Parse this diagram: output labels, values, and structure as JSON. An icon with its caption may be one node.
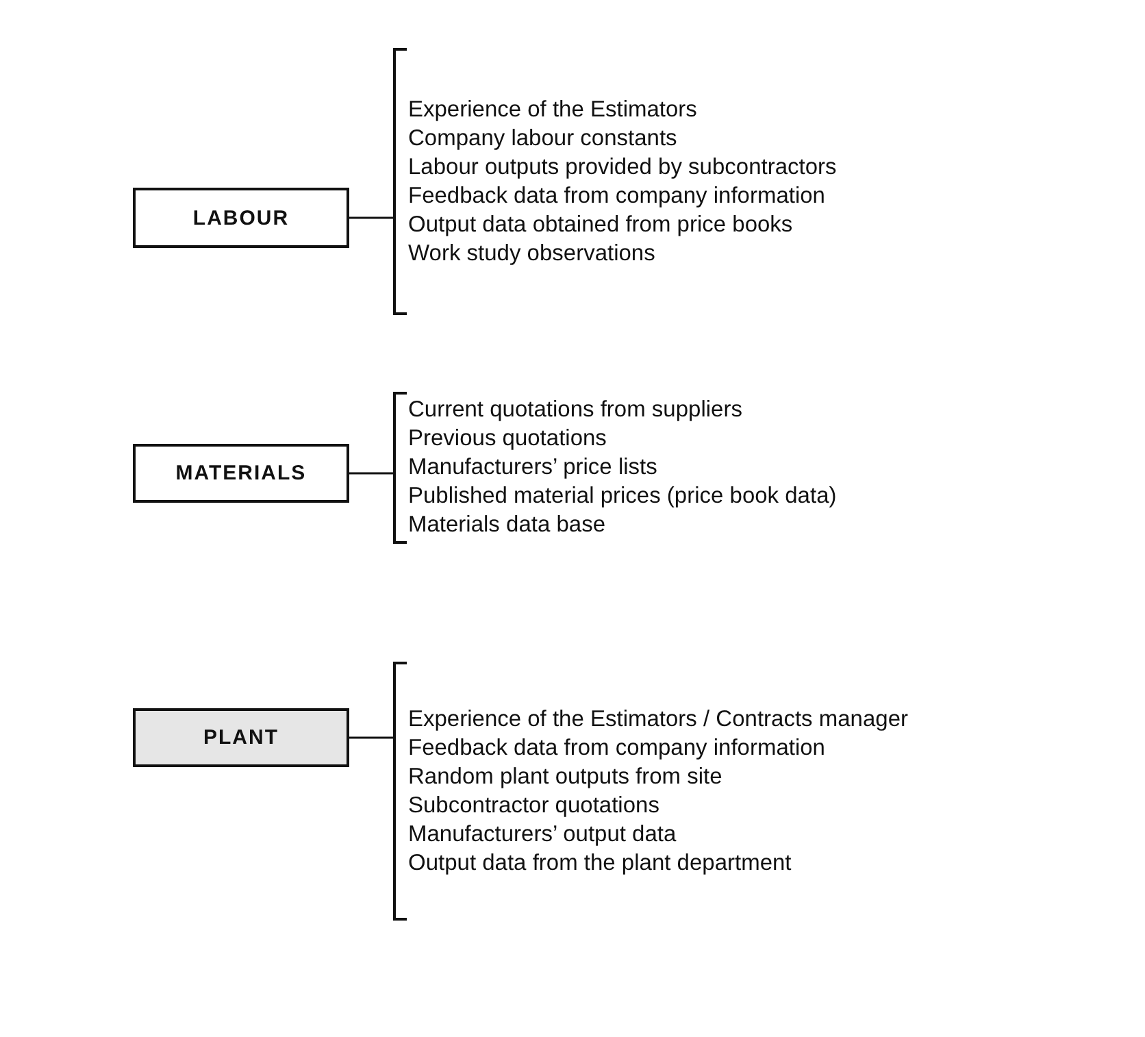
{
  "diagram": {
    "nodes": [
      {
        "text": [
          "LABOUR"
        ]
      },
      {
        "text": [
          "Experience of the Estimators",
          "Company labour constants",
          "Labour outputs provided by subcontractors",
          "Feedback data from company information",
          "Output data obtained from price books",
          "Work study observations"
        ]
      },
      {
        "text": [
          "MATERIALS"
        ]
      },
      {
        "text": [
          "Current quotations from suppliers",
          "Previous quotations",
          "Manufacturers’ price lists",
          "Published material prices (price book data)",
          "Materials data base"
        ]
      },
      {
        "text": [
          "PLANT"
        ]
      },
      {
        "text": [
          "Experience of the Estimators / Contracts manager",
          "Feedback data from company information",
          "Random plant outputs from site",
          "Subcontractor quotations",
          "Manufacturers’ output data",
          "Output data from the plant department"
        ]
      }
    ],
    "edges": [
      {
        "from": 0,
        "to": 1,
        "arrow": "none"
      },
      {
        "from": 2,
        "to": 3,
        "arrow": "none"
      },
      {
        "from": 4,
        "to": 5,
        "arrow": "none"
      }
    ]
  }
}
